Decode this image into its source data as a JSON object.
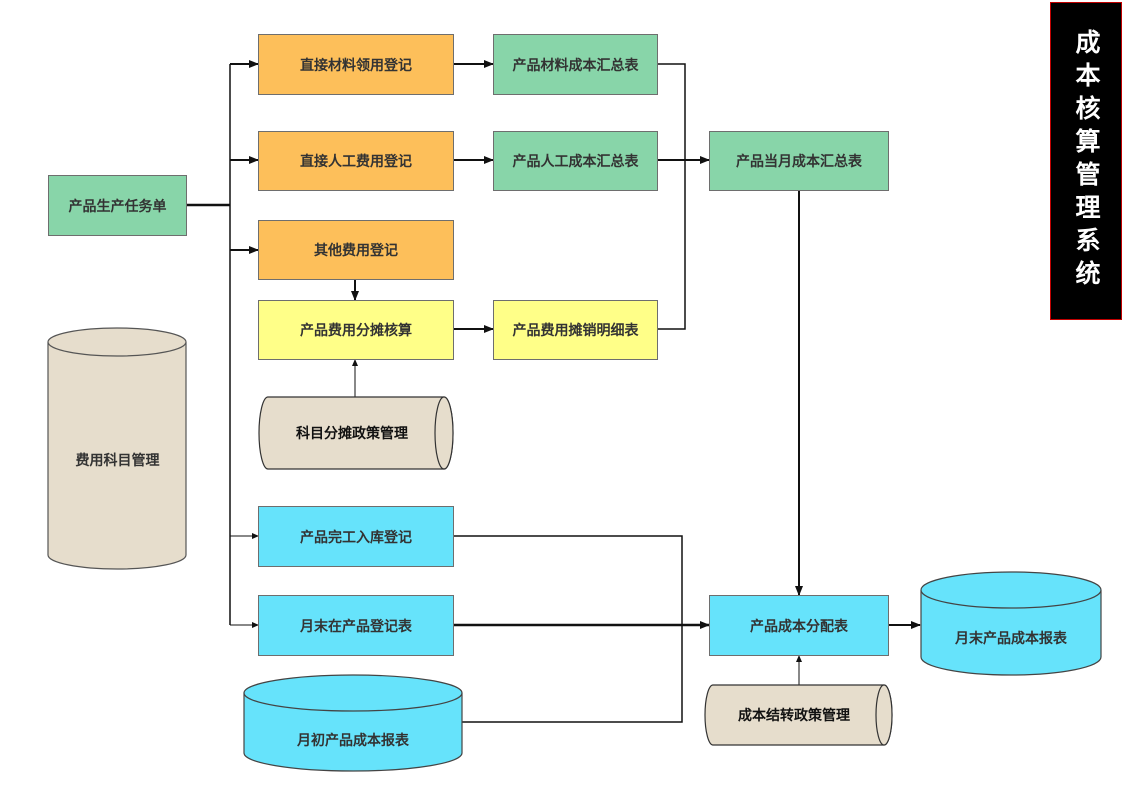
{
  "title": "成本核算管理系统",
  "colors": {
    "orange": "#fdbf5a",
    "green": "#88d5a9",
    "yellow": "#ffff88",
    "cyan": "#66e3fb",
    "beige": "#e6ddcc",
    "line": "#111111"
  },
  "nodes": {
    "task_order": "产品生产任务单",
    "direct_material": "直接材料领用登记",
    "direct_labor": "直接人工费用登记",
    "other_expense": "其他费用登记",
    "allocation_calc": "产品费用分摊核算",
    "material_summary": "产品材料成本汇总表",
    "labor_summary": "产品人工成本汇总表",
    "allocation_detail": "产品费用摊销明细表",
    "monthly_summary": "产品当月成本汇总表",
    "completion_entry": "产品完工入库登记",
    "wip_register": "月末在产品登记表",
    "cost_distribution": "产品成本分配表",
    "expense_subject_mgmt": "费用科目管理",
    "allocation_policy_mgmt": "科目分摊政策管理",
    "opening_cost_report": "月初产品成本报表",
    "transfer_policy_mgmt": "成本结转政策管理",
    "closing_cost_report": "月末产品成本报表"
  }
}
